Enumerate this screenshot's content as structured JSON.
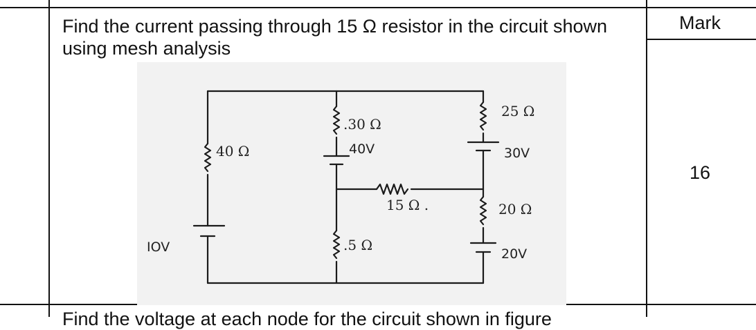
{
  "question": {
    "text": "Find  the current passing through 15 Ω resistor in the circuit shown using mesh analysis",
    "next_text_partial": "Find the voltage at each node for the circuit shown in figure"
  },
  "mark_column": {
    "header": "Mark",
    "value": "16"
  },
  "circuit": {
    "r40": "40 Ω",
    "r30": ".30 Ω",
    "r25": "25 Ω",
    "r15": "15 Ω .",
    "r20": "20 Ω",
    "r5": ".5 Ω",
    "v10": "IOV",
    "v40": "40V",
    "v30": "30V",
    "v20": "20V"
  }
}
